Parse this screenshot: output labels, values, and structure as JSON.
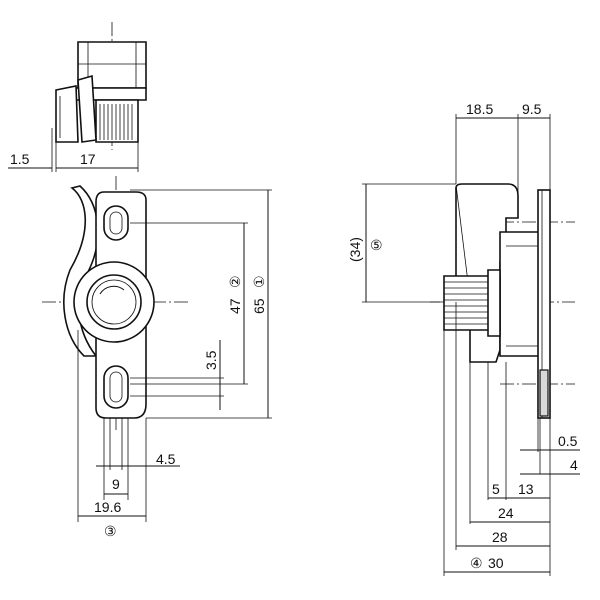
{
  "dimensions": {
    "d_1_5": "1.5",
    "d_17": "17",
    "d_47": "47",
    "d_65": "65",
    "d_3_5": "3.5",
    "d_4_5": "4.5",
    "d_9": "9",
    "d_19_6": "19.6",
    "d_18_5": "18.5",
    "d_9_5": "9.5",
    "d_34": "(34)",
    "d_0_5": "0.5",
    "d_4": "4",
    "d_5": "5",
    "d_13": "13",
    "d_24": "24",
    "d_28": "28",
    "d_30": "30"
  },
  "markers": {
    "m1": "①",
    "m2": "②",
    "m3": "③",
    "m4": "④",
    "m5": "⑤"
  }
}
